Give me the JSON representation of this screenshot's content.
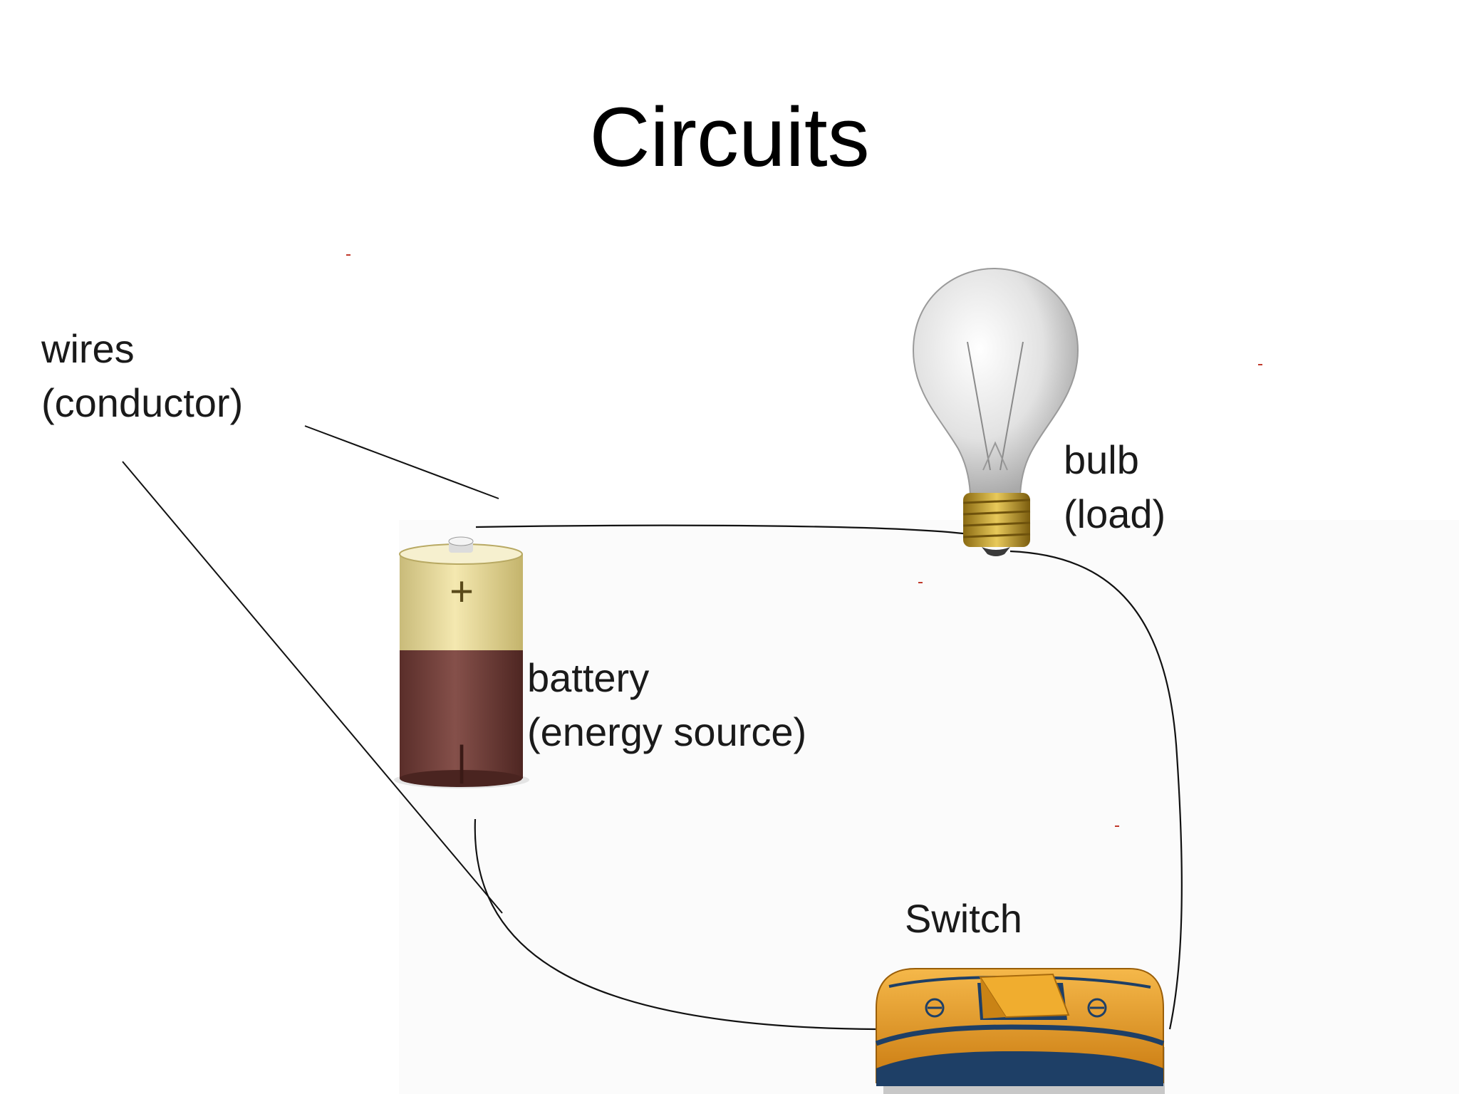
{
  "title": "Circuits",
  "labels": {
    "wires": {
      "line1": "wires",
      "line2": "(conductor)"
    },
    "bulb": {
      "line1": "bulb",
      "line2": "(load)"
    },
    "battery": {
      "line1": "battery",
      "line2": "(energy source)"
    },
    "switch": {
      "line1": "Switch"
    }
  },
  "battery_symbols": {
    "positive": "+",
    "negative": "|"
  },
  "colors": {
    "wire": "#111111",
    "battery_top": "#e8d996",
    "battery_bottom": "#6e3b35",
    "switch_body": "#e59a1f",
    "switch_base": "#1e3f66",
    "bulb_base": "#b8901c"
  }
}
